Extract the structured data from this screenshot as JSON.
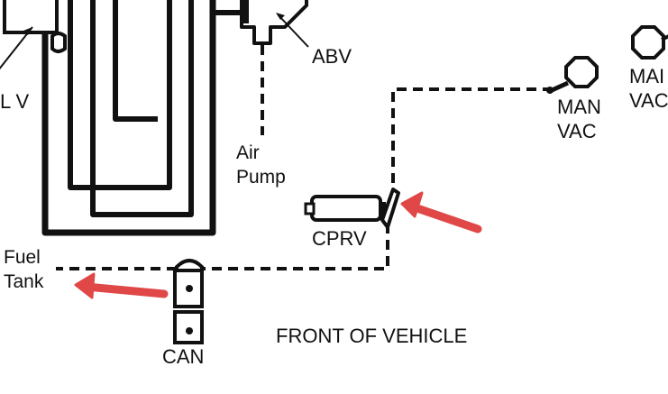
{
  "labels": {
    "lv": "L V",
    "abv": "ABV",
    "air_pump_line1": "Air",
    "air_pump_line2": "Pump",
    "man_vac_line1": "MAN",
    "man_vac_line2": "VAC",
    "man_vac_partial_line1": "MAI",
    "man_vac_partial_line2": "VAC",
    "cprv": "CPRV",
    "fuel_tank_line1": "Fuel",
    "fuel_tank_line2": "Tank",
    "can": "CAN",
    "front_of_vehicle": "FRONT OF VEHICLE"
  },
  "colors": {
    "line": "#111111",
    "arrow": "#e04848",
    "background": "#ffffff"
  }
}
